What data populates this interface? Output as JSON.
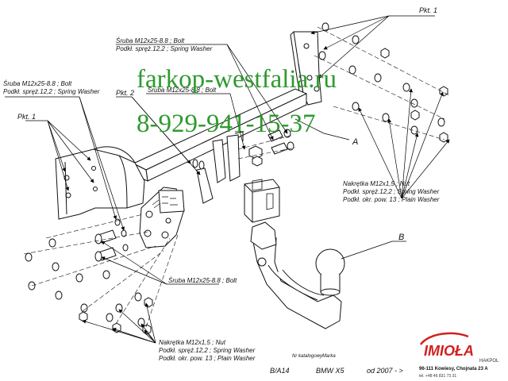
{
  "watermark": {
    "site": "farkop-westfalia.ru",
    "phone": "8-929-941-15-37",
    "color": "#2e9a2e"
  },
  "labels": {
    "pkt1_top": "Pkt. 1",
    "pkt1_left": "Pkt. 1",
    "pkt2": "Pkt. 2",
    "part_a": "A",
    "part_b": "B"
  },
  "callouts": {
    "bolt_top_1": "Śruba M12x25-8.8 ;  Bolt",
    "bolt_top_2": "Podkł. spręż.12,2 ; Spring Washer",
    "bolt_left_1": "Śruba M12x25-8.8 ;  Bolt",
    "bolt_left_2": "Podkł. spręż.12,2 ; Spring Washer",
    "bolt_mid": "Śruba M12x25-8.8 ;  Bolt",
    "bolt_bottom": "Śruba M12x25-8.8 ;  Bolt",
    "nut_right_1": "Nakrętka  M12x1,5 ; Nut",
    "nut_right_2": "Podkł. spręż.12,2 ; Spring Washer",
    "nut_right_3": "Podkł. okr. pow. 13 ; Plain Washer",
    "nut_bottom_1": "Nakrętka  M12x1,5 ; Nut",
    "nut_bottom_2": "Podkł. spręż.12,2 ; Spring Washer",
    "nut_bottom_3": "Podkł. okr. pow. 13 ; Plain Washer"
  },
  "catalog": {
    "catalog_header": "Nr katalogowy",
    "brand_header": "Marka",
    "catalog_no": "B/A14",
    "model": "BMW X5",
    "years": "od  2007 - >"
  },
  "company": {
    "logo": "IMIOŁA",
    "sublogo": "HAKPOL",
    "address": "96-111 Kowiesy, Chojnata 23 A",
    "phone": "tel. +48 46 831 73 31",
    "logo_color": "#d21f1f"
  }
}
